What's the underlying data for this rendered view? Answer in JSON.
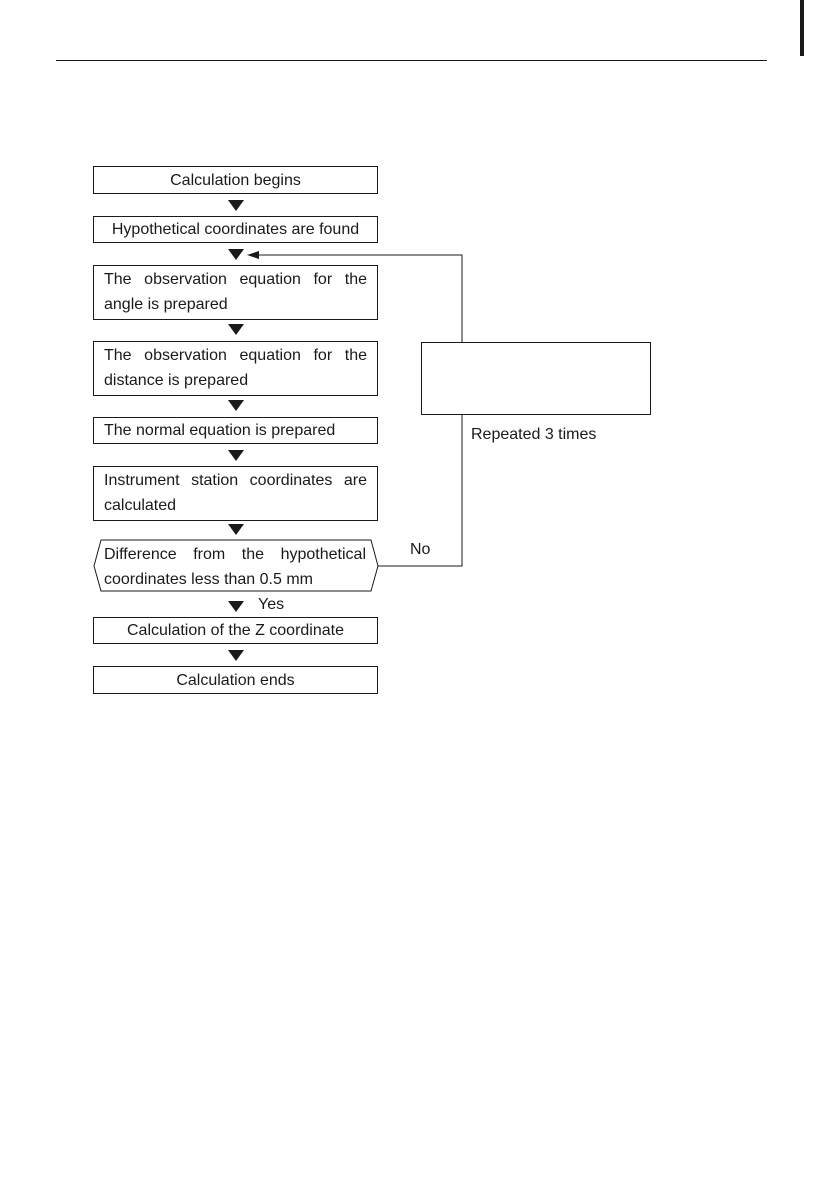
{
  "flowchart": {
    "steps": {
      "start": "Calculation begins",
      "hypothetical": "Hypothetical coordinates are found",
      "angle_equation": "The observation equation for the angle is prepared",
      "distance_equation": "The observation equation for the distance is prepared",
      "normal_equation": "The normal equation is prepared",
      "station_coordinates": "Instrument station coordinates are calculated",
      "decision": "Difference from the hypothetical coordinates less than 0.5 mm",
      "z_coordinate": "Calculation of the Z coordinate",
      "end": "Calculation ends"
    },
    "decision_yes": "Yes",
    "decision_no": "No",
    "loop_label": "Repeated 3 times"
  }
}
